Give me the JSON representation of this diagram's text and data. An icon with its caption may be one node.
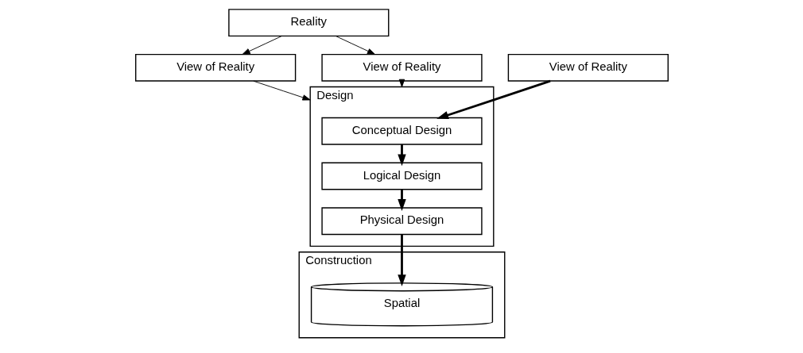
{
  "diagram": {
    "nodes": [
      {
        "text": [
          "Reality"
        ]
      },
      {
        "text": [
          "View of Reality"
        ]
      },
      {
        "text": [
          "View of Reality"
        ]
      },
      {
        "text": [
          "View of Reality"
        ]
      },
      {
        "text": [
          "Design"
        ]
      },
      {
        "text": [
          "Conceptual Design"
        ],
        "in": 4
      },
      {
        "text": [
          "Logical Design"
        ],
        "in": 4
      },
      {
        "text": [
          "Physical Design"
        ],
        "in": 4
      },
      {
        "text": [
          "Construction"
        ]
      },
      {
        "text": [
          "Spatial"
        ],
        "in": 8
      }
    ],
    "edges": [
      {
        "from": 0,
        "to": 1,
        "arrow": "to"
      },
      {
        "from": 0,
        "to": 2,
        "arrow": "to"
      },
      {
        "from": 1,
        "to": 4,
        "arrow": "to"
      },
      {
        "from": 2,
        "to": 4,
        "arrow": "to"
      },
      {
        "from": 3,
        "to": 5,
        "arrow": "to",
        "style": "thick"
      },
      {
        "from": 5,
        "to": 6,
        "arrow": "to",
        "style": "thick"
      },
      {
        "from": 6,
        "to": 7,
        "arrow": "to",
        "style": "thick"
      },
      {
        "from": 7,
        "to": 9,
        "arrow": "to",
        "style": "thick"
      }
    ]
  }
}
